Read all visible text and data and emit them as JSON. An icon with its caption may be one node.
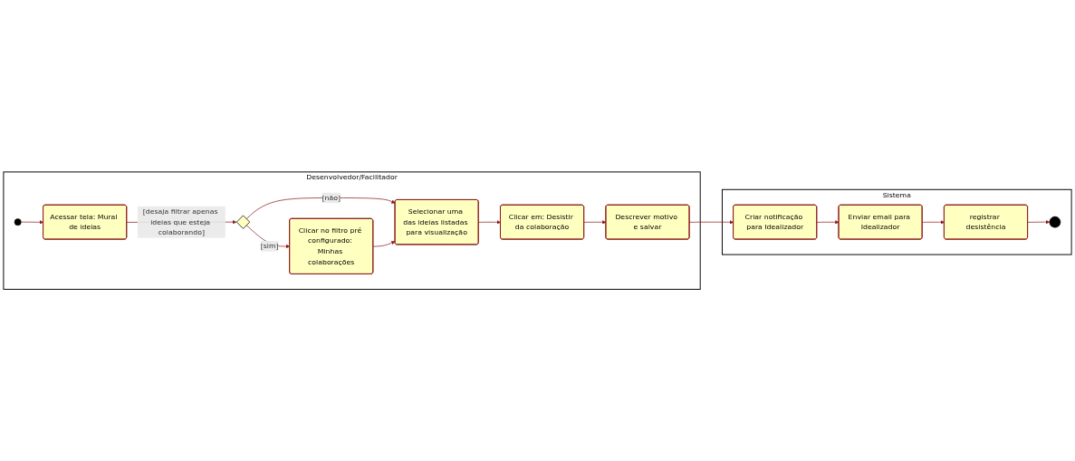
{
  "diagram": {
    "nodes": [
      {
        "text": [
          "Desenvolvedor/Facilitador"
        ]
      },
      {
        "text": [
          "Sistema"
        ]
      },
      {
        "text": [],
        "shape": "circle",
        "in": 0
      },
      {
        "text": [
          "Acessar tela: Mural de ideias"
        ],
        "in": 0
      },
      {
        "text": [],
        "shape": "diamond",
        "in": 0
      },
      {
        "text": [
          "Clicar no filtro pré configurado: Minhas colaborações"
        ],
        "in": 0
      },
      {
        "text": [
          "Selecionar uma das ideias listadas para visualização"
        ],
        "in": 0
      },
      {
        "text": [
          "Clicar em: Desistir da colaboração"
        ],
        "in": 0
      },
      {
        "text": [
          "Descrever motivo e salvar"
        ],
        "in": 0
      },
      {
        "text": [
          "Criar notificação para Idealizador"
        ],
        "in": 1
      },
      {
        "text": [
          "Enviar email para Idealizador"
        ],
        "in": 1
      },
      {
        "text": [
          "registrar desistência"
        ],
        "in": 1
      },
      {
        "text": [],
        "shape": "circle",
        "in": 1
      }
    ],
    "edges": [
      {
        "from": 2,
        "to": 3,
        "arrow": "to"
      },
      {
        "from": 3,
        "to": 4,
        "arrow": "to",
        "label": "[desaja filtrar apenas ideias que esteja colaborando]"
      },
      {
        "from": 4,
        "to": 5,
        "arrow": "to",
        "label": "[sim]"
      },
      {
        "from": 4,
        "to": 6,
        "arrow": "to",
        "label": "[não]"
      },
      {
        "from": 5,
        "to": 6,
        "arrow": "to"
      },
      {
        "from": 6,
        "to": 7,
        "arrow": "to"
      },
      {
        "from": 7,
        "to": 8,
        "arrow": "to"
      },
      {
        "from": 8,
        "to": 9,
        "arrow": "to"
      },
      {
        "from": 9,
        "to": 10,
        "arrow": "to"
      },
      {
        "from": 10,
        "to": 11,
        "arrow": "to"
      },
      {
        "from": 11,
        "to": 12,
        "arrow": "to"
      }
    ]
  }
}
